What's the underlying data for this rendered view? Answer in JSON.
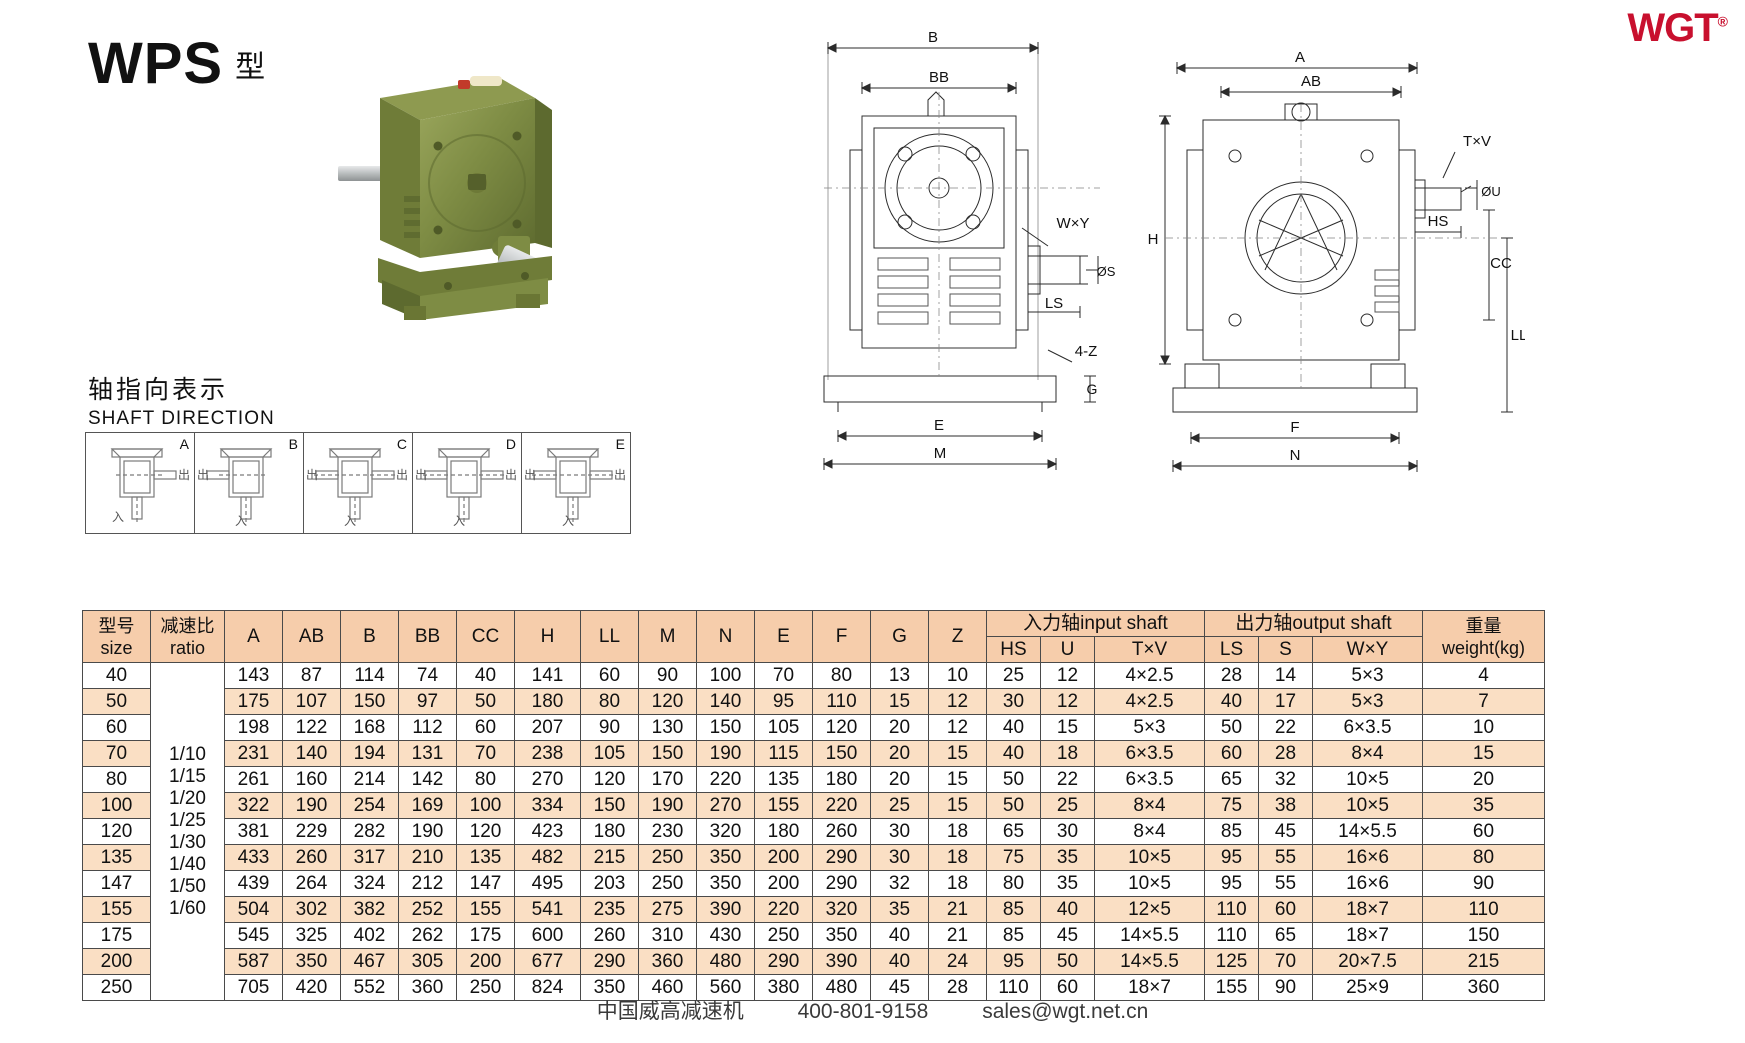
{
  "brand": {
    "logo_text": "WGT",
    "registered_mark": "®",
    "color": "#c8102e"
  },
  "title": {
    "model": "WPS",
    "model_cn": "型"
  },
  "shaft_direction": {
    "title_cn": "轴指向表示",
    "title_en": "SHAFT DIRECTION",
    "cells": [
      {
        "letter": "A",
        "in_label": "入",
        "out_label": "出",
        "out_side": "right"
      },
      {
        "letter": "B",
        "in_label": "入",
        "out_label": "出",
        "out_side": "left"
      },
      {
        "letter": "C",
        "in_label": "入",
        "out_label": "出",
        "out_side": "both"
      },
      {
        "letter": "D",
        "in_label": "入",
        "out_label": "出",
        "out_side": "both"
      },
      {
        "letter": "E",
        "in_label": "入",
        "out_label": "出",
        "out_side": "both"
      }
    ]
  },
  "drawings": {
    "front_view_labels": [
      "B",
      "BB",
      "W×Y",
      "ØS",
      "LS",
      "4-Z",
      "G",
      "E",
      "M"
    ],
    "side_view_labels": [
      "A",
      "AB",
      "T×V",
      "ØU",
      "HS",
      "CC",
      "H",
      "LL",
      "F",
      "N"
    ]
  },
  "table": {
    "header_groups": [
      {
        "label_cn": "型号",
        "label_en": "size",
        "span": 1
      },
      {
        "label_cn": "减速比",
        "label_en": "ratio",
        "span": 1
      },
      {
        "label": "A",
        "span": 1
      },
      {
        "label": "AB",
        "span": 1
      },
      {
        "label": "B",
        "span": 1
      },
      {
        "label": "BB",
        "span": 1
      },
      {
        "label": "CC",
        "span": 1
      },
      {
        "label": "H",
        "span": 1
      },
      {
        "label": "LL",
        "span": 1
      },
      {
        "label": "M",
        "span": 1
      },
      {
        "label": "N",
        "span": 1
      },
      {
        "label": "E",
        "span": 1
      },
      {
        "label": "F",
        "span": 1
      },
      {
        "label": "G",
        "span": 1
      },
      {
        "label": "Z",
        "span": 1
      },
      {
        "label": "入力轴input shaft",
        "span": 3
      },
      {
        "label": "出力轴output shaft",
        "span": 3
      },
      {
        "label_cn": "重量",
        "label_en": "weight(kg)",
        "span": 1
      }
    ],
    "input_shaft_group": "入力轴input shaft",
    "output_shaft_group": "出力轴output shaft",
    "weight_cn": "重量",
    "weight_en": "weight(kg)",
    "size_cn": "型号",
    "size_en": "size",
    "ratio_cn": "减速比",
    "ratio_en": "ratio",
    "sub_headers": [
      "HS",
      "U",
      "T×V",
      "LS",
      "S",
      "W×Y"
    ],
    "ratio_values": [
      "1/10",
      "1/15",
      "1/20",
      "1/25",
      "1/30",
      "1/40",
      "1/50",
      "1/60"
    ],
    "columns": [
      "size",
      "ratio",
      "A",
      "AB",
      "B",
      "BB",
      "CC",
      "H",
      "LL",
      "M",
      "N",
      "E",
      "F",
      "G",
      "Z",
      "HS",
      "U",
      "TxV",
      "LS",
      "S",
      "WxY",
      "weight"
    ],
    "rows": [
      {
        "size": "40",
        "A": "143",
        "AB": "87",
        "B": "114",
        "BB": "74",
        "CC": "40",
        "H": "141",
        "LL": "60",
        "M": "90",
        "N": "100",
        "E": "70",
        "F": "80",
        "G": "13",
        "Z": "10",
        "HS": "25",
        "U": "12",
        "TxV": "4×2.5",
        "LS": "28",
        "S": "14",
        "WxY": "5×3",
        "weight": "4"
      },
      {
        "size": "50",
        "A": "175",
        "AB": "107",
        "B": "150",
        "BB": "97",
        "CC": "50",
        "H": "180",
        "LL": "80",
        "M": "120",
        "N": "140",
        "E": "95",
        "F": "110",
        "G": "15",
        "Z": "12",
        "HS": "30",
        "U": "12",
        "TxV": "4×2.5",
        "LS": "40",
        "S": "17",
        "WxY": "5×3",
        "weight": "7"
      },
      {
        "size": "60",
        "A": "198",
        "AB": "122",
        "B": "168",
        "BB": "112",
        "CC": "60",
        "H": "207",
        "LL": "90",
        "M": "130",
        "N": "150",
        "E": "105",
        "F": "120",
        "G": "20",
        "Z": "12",
        "HS": "40",
        "U": "15",
        "TxV": "5×3",
        "LS": "50",
        "S": "22",
        "WxY": "6×3.5",
        "weight": "10"
      },
      {
        "size": "70",
        "A": "231",
        "AB": "140",
        "B": "194",
        "BB": "131",
        "CC": "70",
        "H": "238",
        "LL": "105",
        "M": "150",
        "N": "190",
        "E": "115",
        "F": "150",
        "G": "20",
        "Z": "15",
        "HS": "40",
        "U": "18",
        "TxV": "6×3.5",
        "LS": "60",
        "S": "28",
        "WxY": "8×4",
        "weight": "15"
      },
      {
        "size": "80",
        "A": "261",
        "AB": "160",
        "B": "214",
        "BB": "142",
        "CC": "80",
        "H": "270",
        "LL": "120",
        "M": "170",
        "N": "220",
        "E": "135",
        "F": "180",
        "G": "20",
        "Z": "15",
        "HS": "50",
        "U": "22",
        "TxV": "6×3.5",
        "LS": "65",
        "S": "32",
        "WxY": "10×5",
        "weight": "20"
      },
      {
        "size": "100",
        "A": "322",
        "AB": "190",
        "B": "254",
        "BB": "169",
        "CC": "100",
        "H": "334",
        "LL": "150",
        "M": "190",
        "N": "270",
        "E": "155",
        "F": "220",
        "G": "25",
        "Z": "15",
        "HS": "50",
        "U": "25",
        "TxV": "8×4",
        "LS": "75",
        "S": "38",
        "WxY": "10×5",
        "weight": "35"
      },
      {
        "size": "120",
        "A": "381",
        "AB": "229",
        "B": "282",
        "BB": "190",
        "CC": "120",
        "H": "423",
        "LL": "180",
        "M": "230",
        "N": "320",
        "E": "180",
        "F": "260",
        "G": "30",
        "Z": "18",
        "HS": "65",
        "U": "30",
        "TxV": "8×4",
        "LS": "85",
        "S": "45",
        "WxY": "14×5.5",
        "weight": "60"
      },
      {
        "size": "135",
        "A": "433",
        "AB": "260",
        "B": "317",
        "BB": "210",
        "CC": "135",
        "H": "482",
        "LL": "215",
        "M": "250",
        "N": "350",
        "E": "200",
        "F": "290",
        "G": "30",
        "Z": "18",
        "HS": "75",
        "U": "35",
        "TxV": "10×5",
        "LS": "95",
        "S": "55",
        "WxY": "16×6",
        "weight": "80"
      },
      {
        "size": "147",
        "A": "439",
        "AB": "264",
        "B": "324",
        "BB": "212",
        "CC": "147",
        "H": "495",
        "LL": "203",
        "M": "250",
        "N": "350",
        "E": "200",
        "F": "290",
        "G": "32",
        "Z": "18",
        "HS": "80",
        "U": "35",
        "TxV": "10×5",
        "LS": "95",
        "S": "55",
        "WxY": "16×6",
        "weight": "90"
      },
      {
        "size": "155",
        "A": "504",
        "AB": "302",
        "B": "382",
        "BB": "252",
        "CC": "155",
        "H": "541",
        "LL": "235",
        "M": "275",
        "N": "390",
        "E": "220",
        "F": "320",
        "G": "35",
        "Z": "21",
        "HS": "85",
        "U": "40",
        "TxV": "12×5",
        "LS": "110",
        "S": "60",
        "WxY": "18×7",
        "weight": "110"
      },
      {
        "size": "175",
        "A": "545",
        "AB": "325",
        "B": "402",
        "BB": "262",
        "CC": "175",
        "H": "600",
        "LL": "260",
        "M": "310",
        "N": "430",
        "E": "250",
        "F": "350",
        "G": "40",
        "Z": "21",
        "HS": "85",
        "U": "45",
        "TxV": "14×5.5",
        "LS": "110",
        "S": "65",
        "WxY": "18×7",
        "weight": "150"
      },
      {
        "size": "200",
        "A": "587",
        "AB": "350",
        "B": "467",
        "BB": "305",
        "CC": "200",
        "H": "677",
        "LL": "290",
        "M": "360",
        "N": "480",
        "E": "290",
        "F": "390",
        "G": "40",
        "Z": "24",
        "HS": "95",
        "U": "50",
        "TxV": "14×5.5",
        "LS": "125",
        "S": "70",
        "WxY": "20×7.5",
        "weight": "215"
      },
      {
        "size": "250",
        "A": "705",
        "AB": "420",
        "B": "552",
        "BB": "360",
        "CC": "250",
        "H": "824",
        "LL": "350",
        "M": "460",
        "N": "560",
        "E": "380",
        "F": "480",
        "G": "45",
        "Z": "28",
        "HS": "110",
        "U": "60",
        "TxV": "18×7",
        "LS": "155",
        "S": "90",
        "WxY": "25×9",
        "weight": "360"
      }
    ]
  },
  "footer": {
    "company": "中国威高减速机",
    "phone": "400-801-9158",
    "email": "sales@wgt.net.cn"
  }
}
